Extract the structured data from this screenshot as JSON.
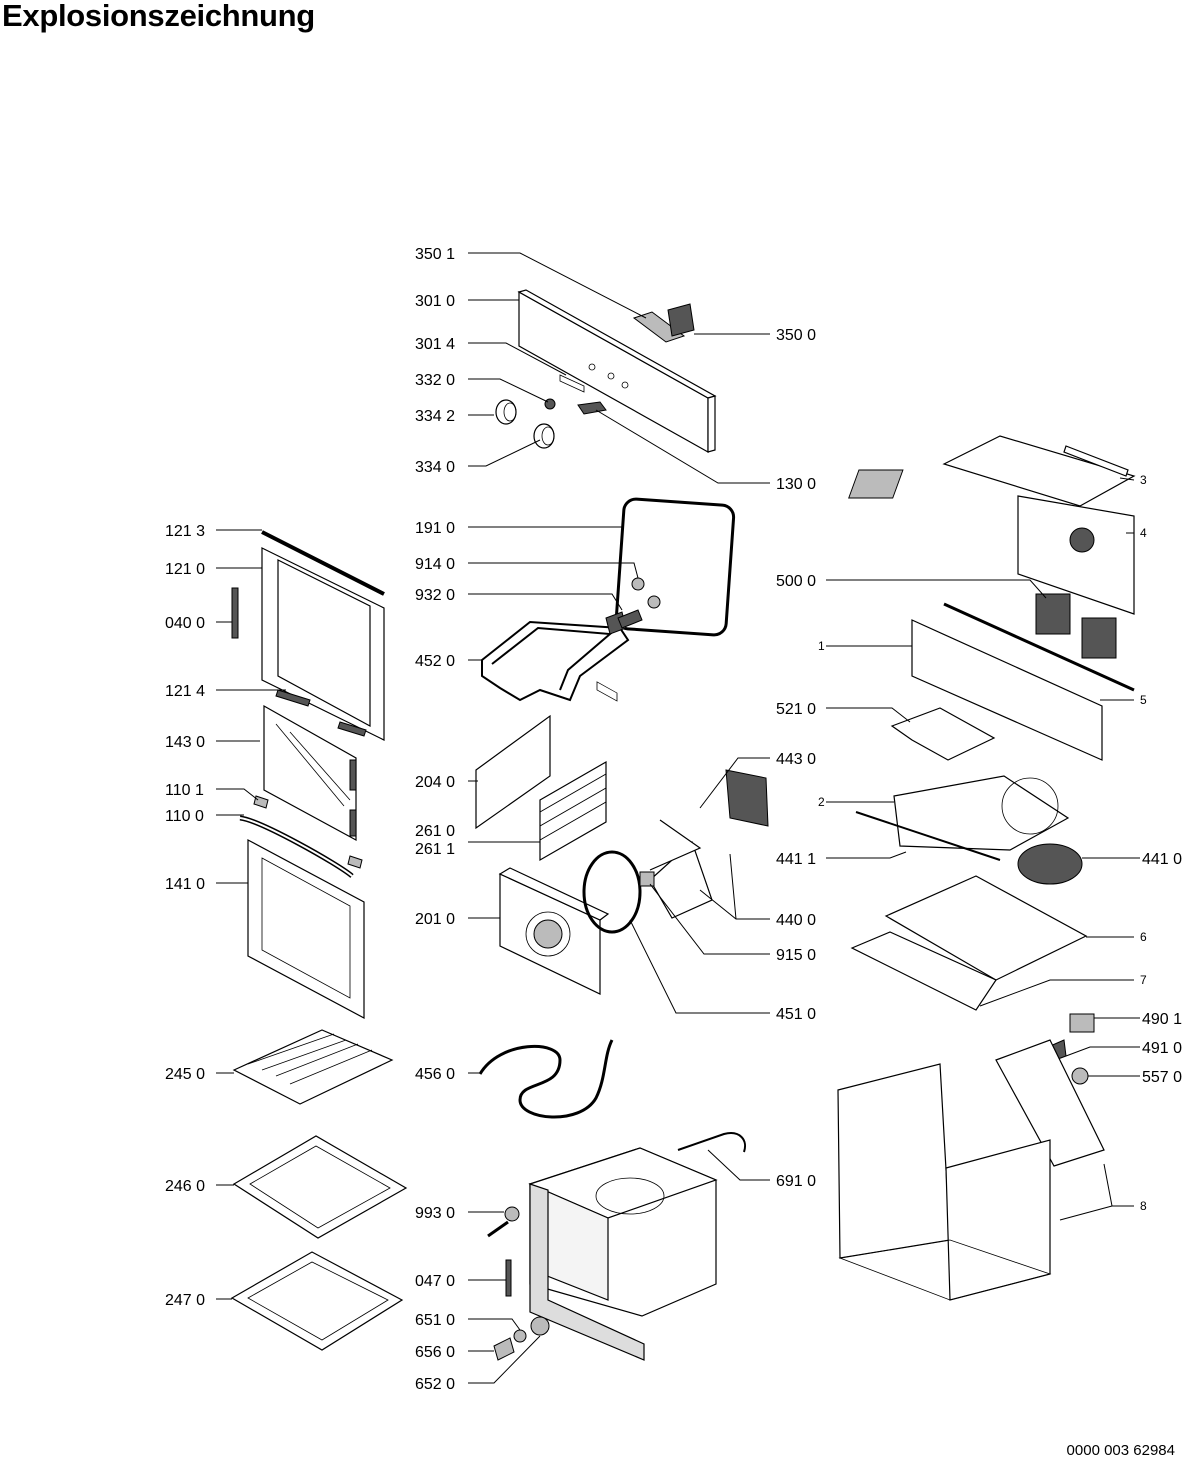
{
  "page": {
    "title": "Explosionszeichnung",
    "doc_number": "0000 003 62984"
  },
  "callouts": {
    "c3501": "350 1",
    "c3010": "301 0",
    "c3014": "301 4",
    "c3320": "332 0",
    "c3342": "334 2",
    "c3340": "334 0",
    "c3500": "350 0",
    "c1300": "130 0",
    "c1910": "191 0",
    "c9140": "914 0",
    "c9320": "932 0",
    "c4520": "452 0",
    "c2040": "204 0",
    "c2610": "261 0",
    "c2611": "261 1",
    "c2010": "201 0",
    "c4560": "456 0",
    "c9930": "993 0",
    "c0470": "047 0",
    "c6510": "651 0",
    "c6560": "656 0",
    "c6520": "652 0",
    "c1213": "121 3",
    "c1210": "121 0",
    "c0400": "040 0",
    "c1214": "121 4",
    "c1430": "143 0",
    "c1101": "110 1",
    "c1100": "110 0",
    "c1410": "141 0",
    "c2450": "245 0",
    "c2460": "246 0",
    "c2470": "247 0",
    "c5000": "500 0",
    "c5210": "521 0",
    "c4430": "443 0",
    "c4411": "441 1",
    "c4410": "441 0",
    "c4400": "440 0",
    "c9150": "915 0",
    "c4510": "451 0",
    "c4901": "490 1",
    "c4910": "491 0",
    "c5570": "557 0",
    "c6910": "691 0",
    "n1": "1",
    "n2": "2",
    "n3": "3",
    "n4": "4",
    "n5": "5",
    "n6": "6",
    "n7": "7",
    "n8": "8"
  }
}
